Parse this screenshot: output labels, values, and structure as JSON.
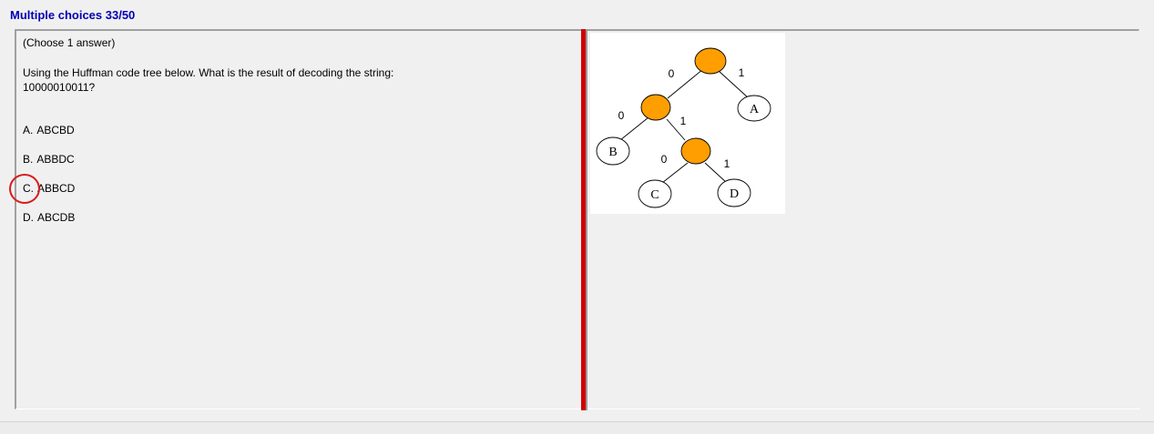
{
  "header": {
    "title": "Multiple choices 33/50"
  },
  "question": {
    "instruction": "(Choose 1 answer)",
    "text_line1": "Using the Huffman code tree below. What is the result of  decoding the string:",
    "text_line2": "10000010011?"
  },
  "options": [
    {
      "letter": "A.",
      "text": "ABCBD"
    },
    {
      "letter": "B.",
      "text": "ABBDC"
    },
    {
      "letter": "C.",
      "text": "ABBCD"
    },
    {
      "letter": "D.",
      "text": "ABCDB"
    }
  ],
  "figure": {
    "edge_labels": {
      "root_left": "0",
      "root_right": "1",
      "n1_left": "0",
      "n1_right": "1",
      "n2_left": "0",
      "n2_right": "1"
    },
    "leaves": {
      "a": "A",
      "b": "B",
      "c": "C",
      "d": "D"
    },
    "colors": {
      "internal_node": "#ff9e00",
      "leaf": "#ffffff",
      "edge": "#000000"
    }
  },
  "colors": {
    "title": "#0000b4",
    "splitter": "#d10000",
    "annotation": "#d81c1c"
  }
}
